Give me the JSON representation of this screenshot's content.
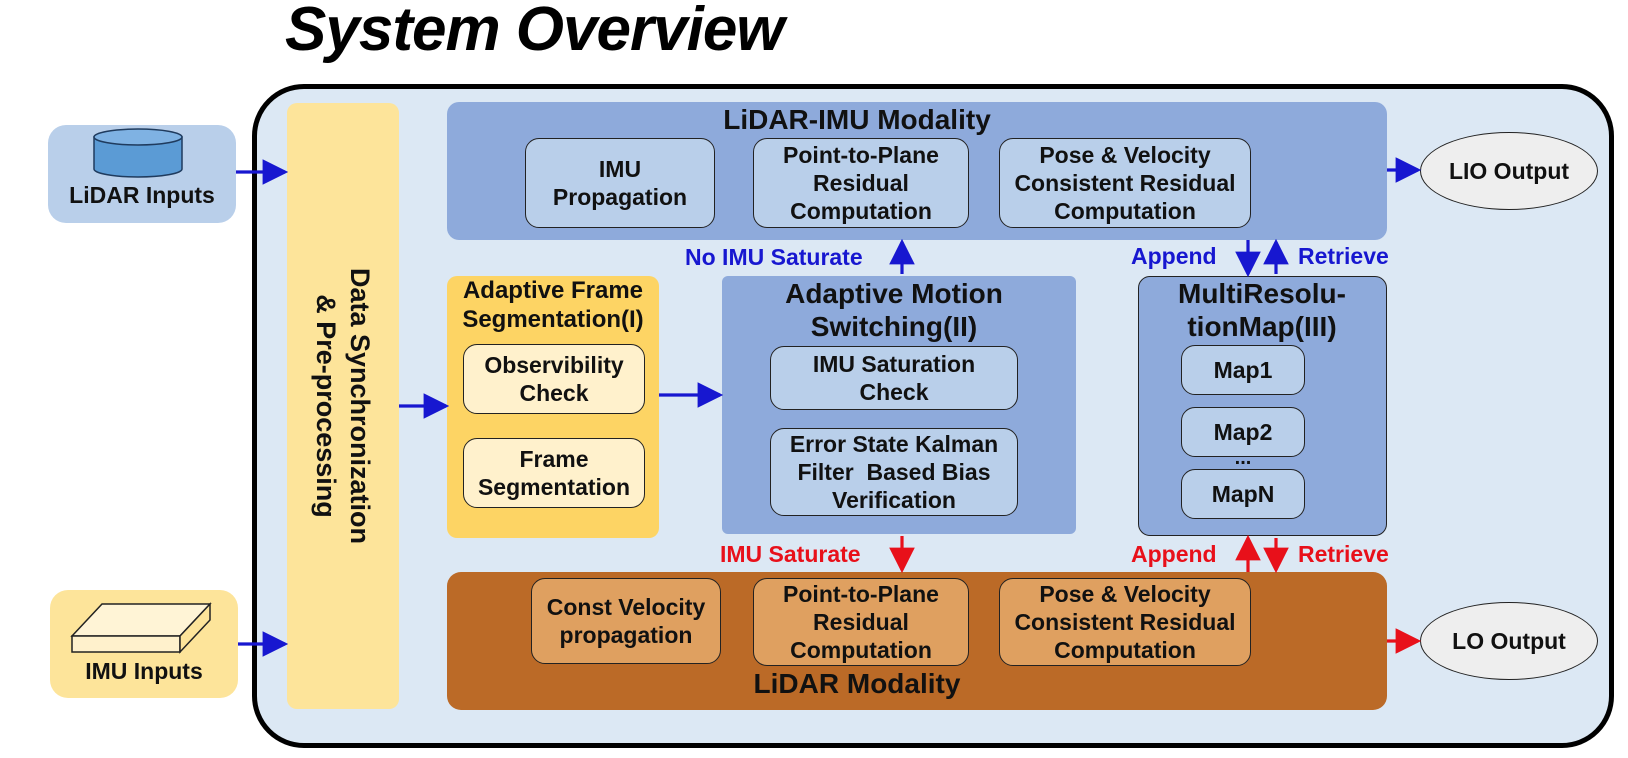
{
  "title": "System Overview",
  "inputs": {
    "lidar": "LiDAR Inputs",
    "imu": "IMU Inputs"
  },
  "sync": {
    "line1": "Data Synchronization",
    "line2": "& Pre-processing"
  },
  "lidar_imu_modality": {
    "title": "LiDAR-IMU Modality",
    "boxes": [
      {
        "line1": "IMU",
        "line2": "Propagation"
      },
      {
        "line1": "Point-to-Plane",
        "line2": "Residual",
        "line3": "Computation"
      },
      {
        "line1": "Pose & Velocity",
        "line2": "Consistent Residual",
        "line3": "Computation"
      }
    ]
  },
  "lidar_modality": {
    "title": "LiDAR Modality",
    "boxes": [
      {
        "line1": "Const Velocity",
        "line2": "propagation"
      },
      {
        "line1": "Point-to-Plane",
        "line2": "Residual",
        "line3": "Computation"
      },
      {
        "line1": "Pose & Velocity",
        "line2": "Consistent Residual",
        "line3": "Computation"
      }
    ]
  },
  "frame_segmentation": {
    "title_line1": "Adaptive Frame",
    "title_line2": "Segmentation(I)",
    "boxes": [
      {
        "line1": "Observibility",
        "line2": "Check"
      },
      {
        "line1": "Frame",
        "line2": "Segmentation"
      }
    ]
  },
  "motion_switching": {
    "title_line1": "Adaptive Motion",
    "title_line2": "Switching(II)",
    "boxes": [
      {
        "line1": "IMU Saturation",
        "line2": "Check"
      },
      {
        "line1": "Error State Kalman",
        "line2": "Filter  Based Bias",
        "line3": "Verification"
      }
    ]
  },
  "multires_map": {
    "title_line1": "MultiResolu-",
    "title_line2": "tionMap(III)",
    "maps": [
      "Map1",
      "Map2",
      "MapN"
    ],
    "ellipsis": "..."
  },
  "outputs": {
    "lio": "LIO Output",
    "lo": "LO Output"
  },
  "labels": {
    "no_imu_saturate": "No IMU Saturate",
    "imu_saturate": "IMU Saturate",
    "append_top": "Append",
    "retrieve_top": "Retrieve",
    "append_bottom": "Append",
    "retrieve_bottom": "Retrieve"
  },
  "colors": {
    "blue_arrow": "#1717d0",
    "red_arrow": "#e8101a",
    "frame_bg": "#dce8f4",
    "blue_band": "#8eaadb",
    "brown_band": "#bb6a27",
    "yellow": "#fde49a"
  },
  "icons": {
    "lidar": "cylinder-icon",
    "imu": "flat-box-icon"
  }
}
